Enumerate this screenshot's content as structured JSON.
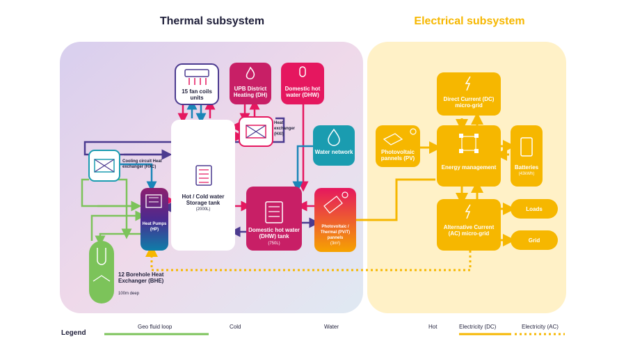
{
  "thermal_title": "Thermal subsystem",
  "electrical_title": "Electrical subsystem",
  "nodes": {
    "fan_coils": "15 fan coils units",
    "district_heating": "UPB District Heating (DH)",
    "dhw_top": "Domestic hot water (DHW)",
    "hx_i": "Heat exchanger (HXI)",
    "water_network": "Water network",
    "cooling_hx": "Cooling circuit Heat exchanger (HXC)",
    "storage_tank": "Hot / Cold water Storage tank",
    "storage_tank_vol": "(2000L)",
    "heat_pumps": "Heat Pumps (HP)",
    "dhw_tank": "Domestic hot water (DHW) tank",
    "dhw_tank_vol": "(750L)",
    "pvt": "Photovoltaic / Thermal (PV/T) pannels",
    "pvt_area": "(3m²)",
    "bhe": "12 Borehole Heat Exchanger (BHE)",
    "bhe_depth": "100m deep",
    "dc_grid": "Direct Current (DC) micro-grid",
    "pv": "Photovoltaic pannels (PV)",
    "energy_mgmt": "Energy management",
    "batteries": "Batteries",
    "batteries_cap": "(43kWh)",
    "ac_grid": "Alternative Current (AC) micro-grid",
    "loads": "Loads",
    "grid": "Grid"
  },
  "legend": {
    "title": "Legend",
    "geo": "Geo fluid loop",
    "cold": "Cold",
    "water": "Water",
    "hot": "Hot",
    "elec_dc": "Electricity (DC)",
    "elec_ac": "Electricity (AC)"
  },
  "colors": {
    "geo": "#7cc35a",
    "cold": "#1a86b8",
    "water": "#4b3a8f",
    "hot": "#e5175f",
    "electric": "#f6b700",
    "electric_bg": "#fff1c7",
    "thermal_text": "#1f1f3a"
  }
}
